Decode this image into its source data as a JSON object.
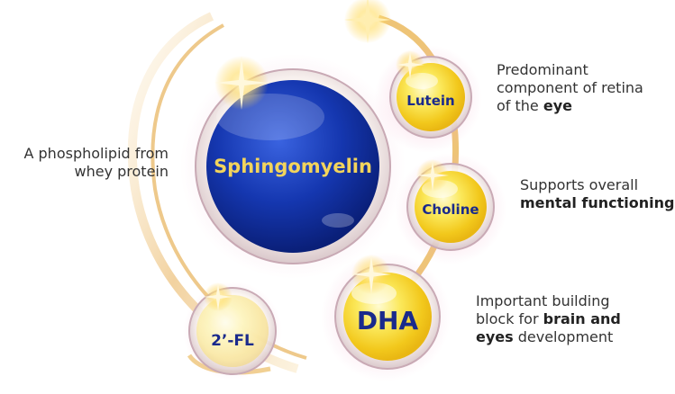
{
  "nutrients": {
    "sphingomyelin": {
      "name": "Sphingomyelin",
      "description": "A phospholipid from whey protein"
    },
    "lutein": {
      "name": "Lutein",
      "description_lines": [
        "Predominant",
        "component of retina"
      ],
      "description_tail": "of the ",
      "description_bold": "eye"
    },
    "choline": {
      "name": "Choline",
      "description_line1": "Supports overall",
      "description_bold": "mental functioning"
    },
    "dha": {
      "name": "DHA",
      "description_line1": "Important building",
      "description_line2_plain": "block for ",
      "description_line2_bold": "brain and",
      "description_line3_bold": "eyes",
      "description_line3_plain": " development"
    },
    "two_fl": {
      "name": "2’-FL"
    }
  },
  "colors": {
    "gold": "#e8b04a",
    "blue_sphere": "#1436a8",
    "yellow_sphere": "#f6de3a",
    "pink_glow": "#f3a7c6",
    "label_blue": "#1a2a8c"
  }
}
